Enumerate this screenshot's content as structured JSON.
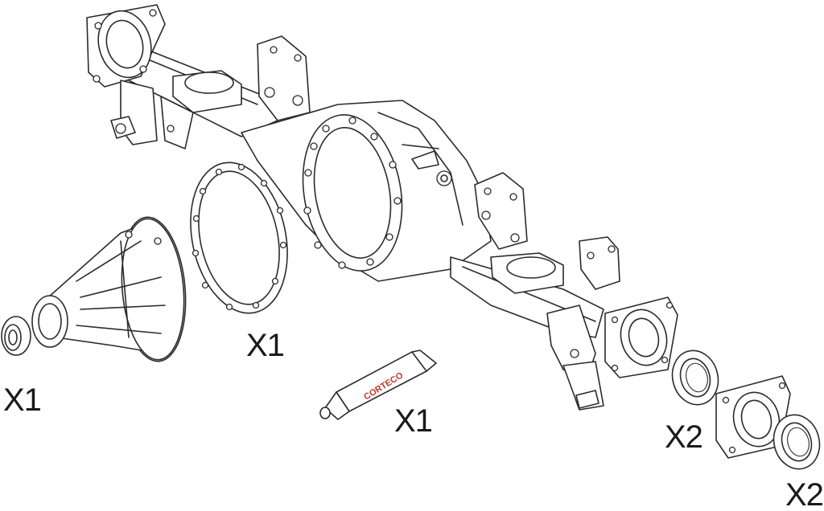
{
  "diagram": {
    "parts": [
      {
        "id": "axle-housing",
        "label": ""
      },
      {
        "id": "pinion-seal",
        "label": "X1"
      },
      {
        "id": "housing-gasket",
        "label": "X1"
      },
      {
        "id": "sealant-tube",
        "label": "X1",
        "brand": "CORTECO"
      },
      {
        "id": "hub-seal",
        "label": "X2"
      },
      {
        "id": "outer-seal",
        "label": "X2"
      }
    ]
  }
}
